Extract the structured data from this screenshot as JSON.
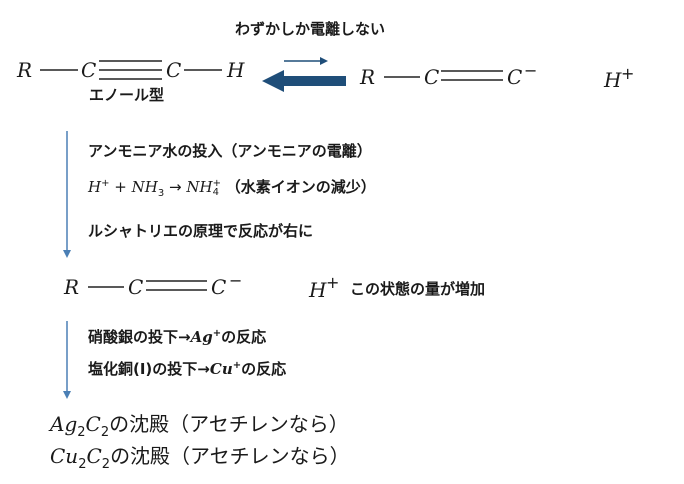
{
  "top_label": "わずかしか電離しない",
  "enol_label": "エノール型",
  "reactant": {
    "r": "R",
    "c1": "C",
    "c2": "C",
    "h": "H"
  },
  "product": {
    "r": "R",
    "c1": "C",
    "c2": "C",
    "c2_charge": "−",
    "h": "H",
    "h_charge": "+"
  },
  "step1": {
    "line1": "アンモニア水の投入（アンモニアの電離）",
    "eq_h": "H",
    "eq_h_sup": "+",
    "eq_plus": "+",
    "eq_nh": "NH",
    "eq_3": "3",
    "eq_arrow": "→",
    "eq_nh4": "NH",
    "eq_4sub": "4",
    "eq_4sup": "+",
    "eq_note": "（水素イオンの減少）",
    "line3": "ルシャトリエの原理で反応が右に"
  },
  "middle": {
    "r": "R",
    "c1": "C",
    "c2": "C",
    "c2_charge": "−",
    "h": "H",
    "h_charge": "+",
    "note": "この状態の量が増加"
  },
  "step2": {
    "line1_pre": "硝酸銀の投下→",
    "line1_ion": "Ag",
    "line1_sup": "+",
    "line1_post": "の反応",
    "line2_pre": "塩化銅(Ⅰ)の投下→",
    "line2_ion": "Cu",
    "line2_sup": "+",
    "line2_post": "の反応"
  },
  "results": {
    "ag": {
      "a": "Ag",
      "s1": "2",
      "c": "C",
      "s2": "2",
      "text": "の沈殿（アセチレンなら）"
    },
    "cu": {
      "a": "Cu",
      "s1": "2",
      "c": "C",
      "s2": "2",
      "text": "の沈殿（アセチレンなら）"
    }
  },
  "colors": {
    "arrow_blue": "#1f4e79",
    "flow_arrow": "#4a7fb5",
    "line": "#222222"
  }
}
